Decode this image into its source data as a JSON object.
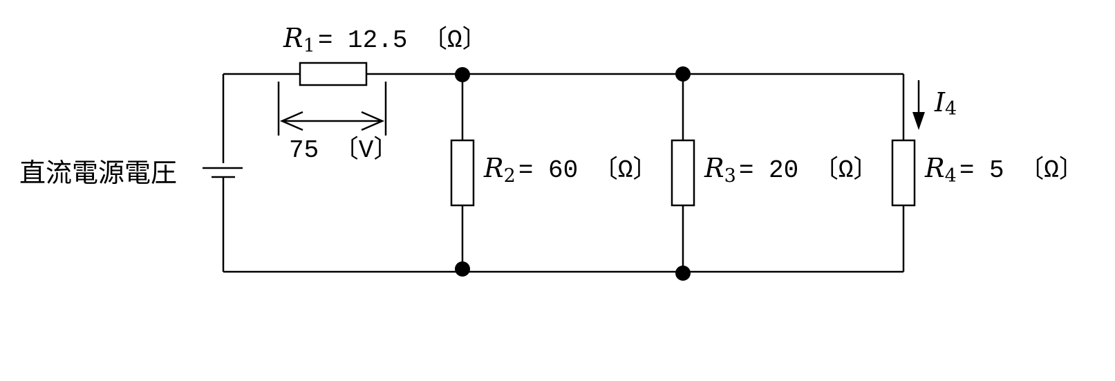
{
  "source_label": "直流電源電圧",
  "r1": {
    "symbol": "R",
    "sub": "1",
    "value": "= 12.5 〔Ω〕"
  },
  "r2": {
    "symbol": "R",
    "sub": "2",
    "value": "= 60 〔Ω〕"
  },
  "r3": {
    "symbol": "R",
    "sub": "3",
    "value": "= 20 〔Ω〕"
  },
  "r4": {
    "symbol": "R",
    "sub": "4",
    "value": "= 5 〔Ω〕"
  },
  "voltage_r1": "75 〔V〕",
  "current": {
    "symbol": "I",
    "sub": "4"
  }
}
